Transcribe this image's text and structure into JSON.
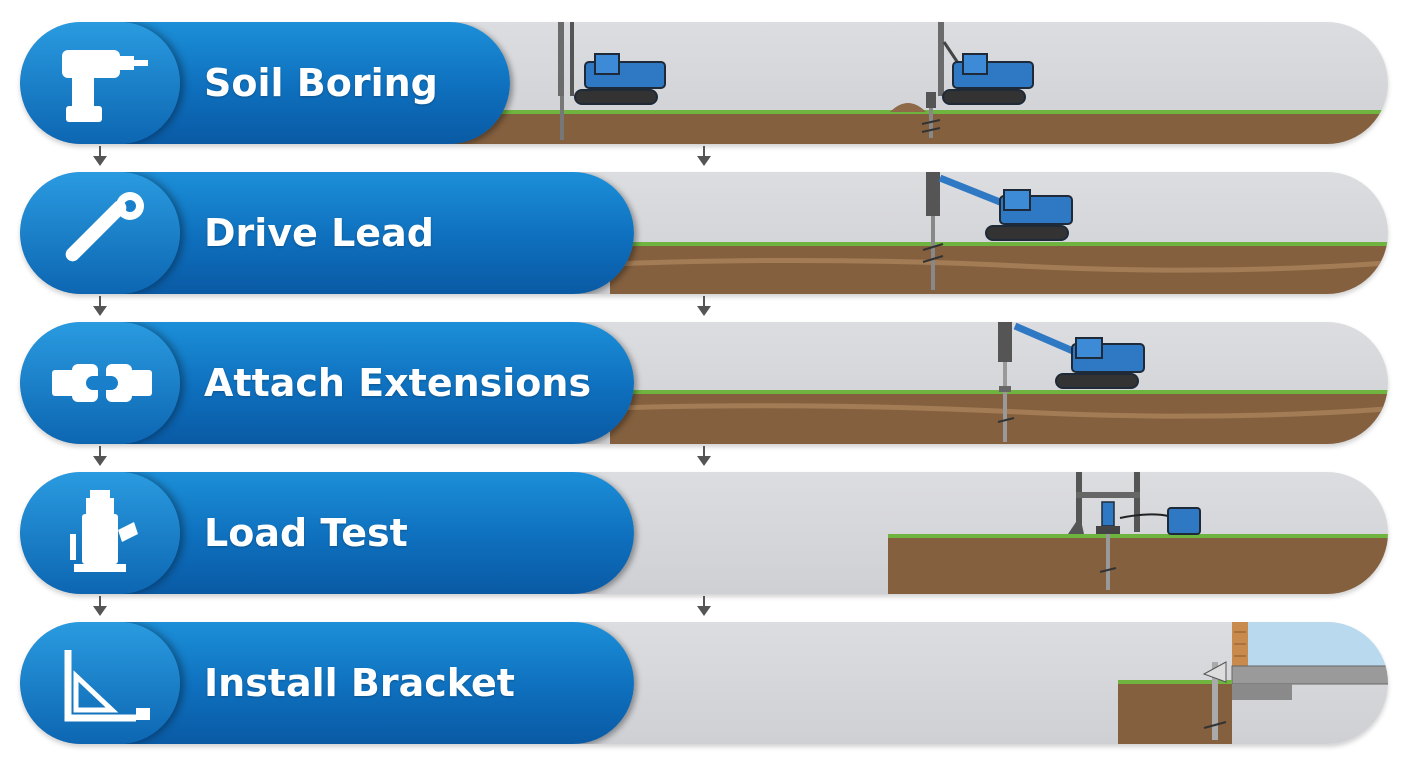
{
  "steps": [
    {
      "label": "Soil Boring",
      "icon": "drill-icon"
    },
    {
      "label": "Drive Lead",
      "icon": "wrench-icon"
    },
    {
      "label": "Attach Extensions",
      "icon": "coupler-icon"
    },
    {
      "label": "Load Test",
      "icon": "hydraulic-jack-icon"
    },
    {
      "label": "Install Bracket",
      "icon": "bracket-icon"
    }
  ],
  "colors": {
    "pill_blue": "#0e6fbd",
    "machine_blue": "#2f79c4",
    "soil_brown": "#84603f",
    "grass_green": "#6fb43f",
    "track_background": "#d4d5d8",
    "arrow_gray": "#555555"
  }
}
